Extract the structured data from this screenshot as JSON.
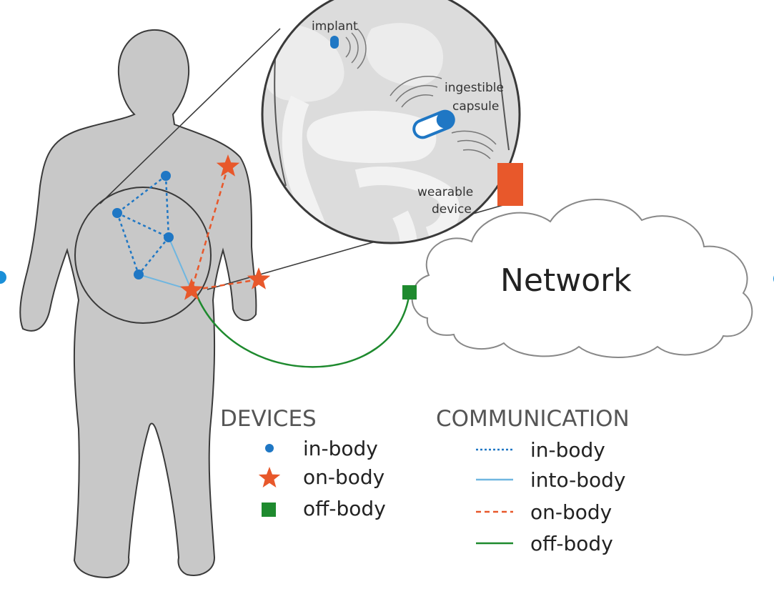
{
  "zoom_labels": {
    "implant": "implant",
    "capsule_line1": "ingestible",
    "capsule_line2": "capsule",
    "wearable_line1": "wearable",
    "wearable_line2": "device"
  },
  "network_label": "Network",
  "legend": {
    "devices_title": "DEVICES",
    "devices": [
      {
        "label": "in-body",
        "marker": "dot",
        "color": "#1f77c4"
      },
      {
        "label": "on-body",
        "marker": "star",
        "color": "#e8582b"
      },
      {
        "label": "off-body",
        "marker": "square",
        "color": "#1e8a2e"
      }
    ],
    "communication_title": "COMMUNICATION",
    "communication": [
      {
        "label": "in-body",
        "style": "dotted",
        "color": "#1f77c4"
      },
      {
        "label": "into-body",
        "style": "solid",
        "color": "#6fb6e0"
      },
      {
        "label": "on-body",
        "style": "dashed",
        "color": "#e8582b"
      },
      {
        "label": "off-body",
        "style": "solid",
        "color": "#1e8a2e"
      }
    ]
  },
  "colors": {
    "body": "#c8c8c8",
    "body_outline": "#3a3a3a",
    "in_body": "#1f77c4",
    "into_body": "#6fb6e0",
    "on_body": "#e8582b",
    "off_body": "#1e8a2e"
  }
}
